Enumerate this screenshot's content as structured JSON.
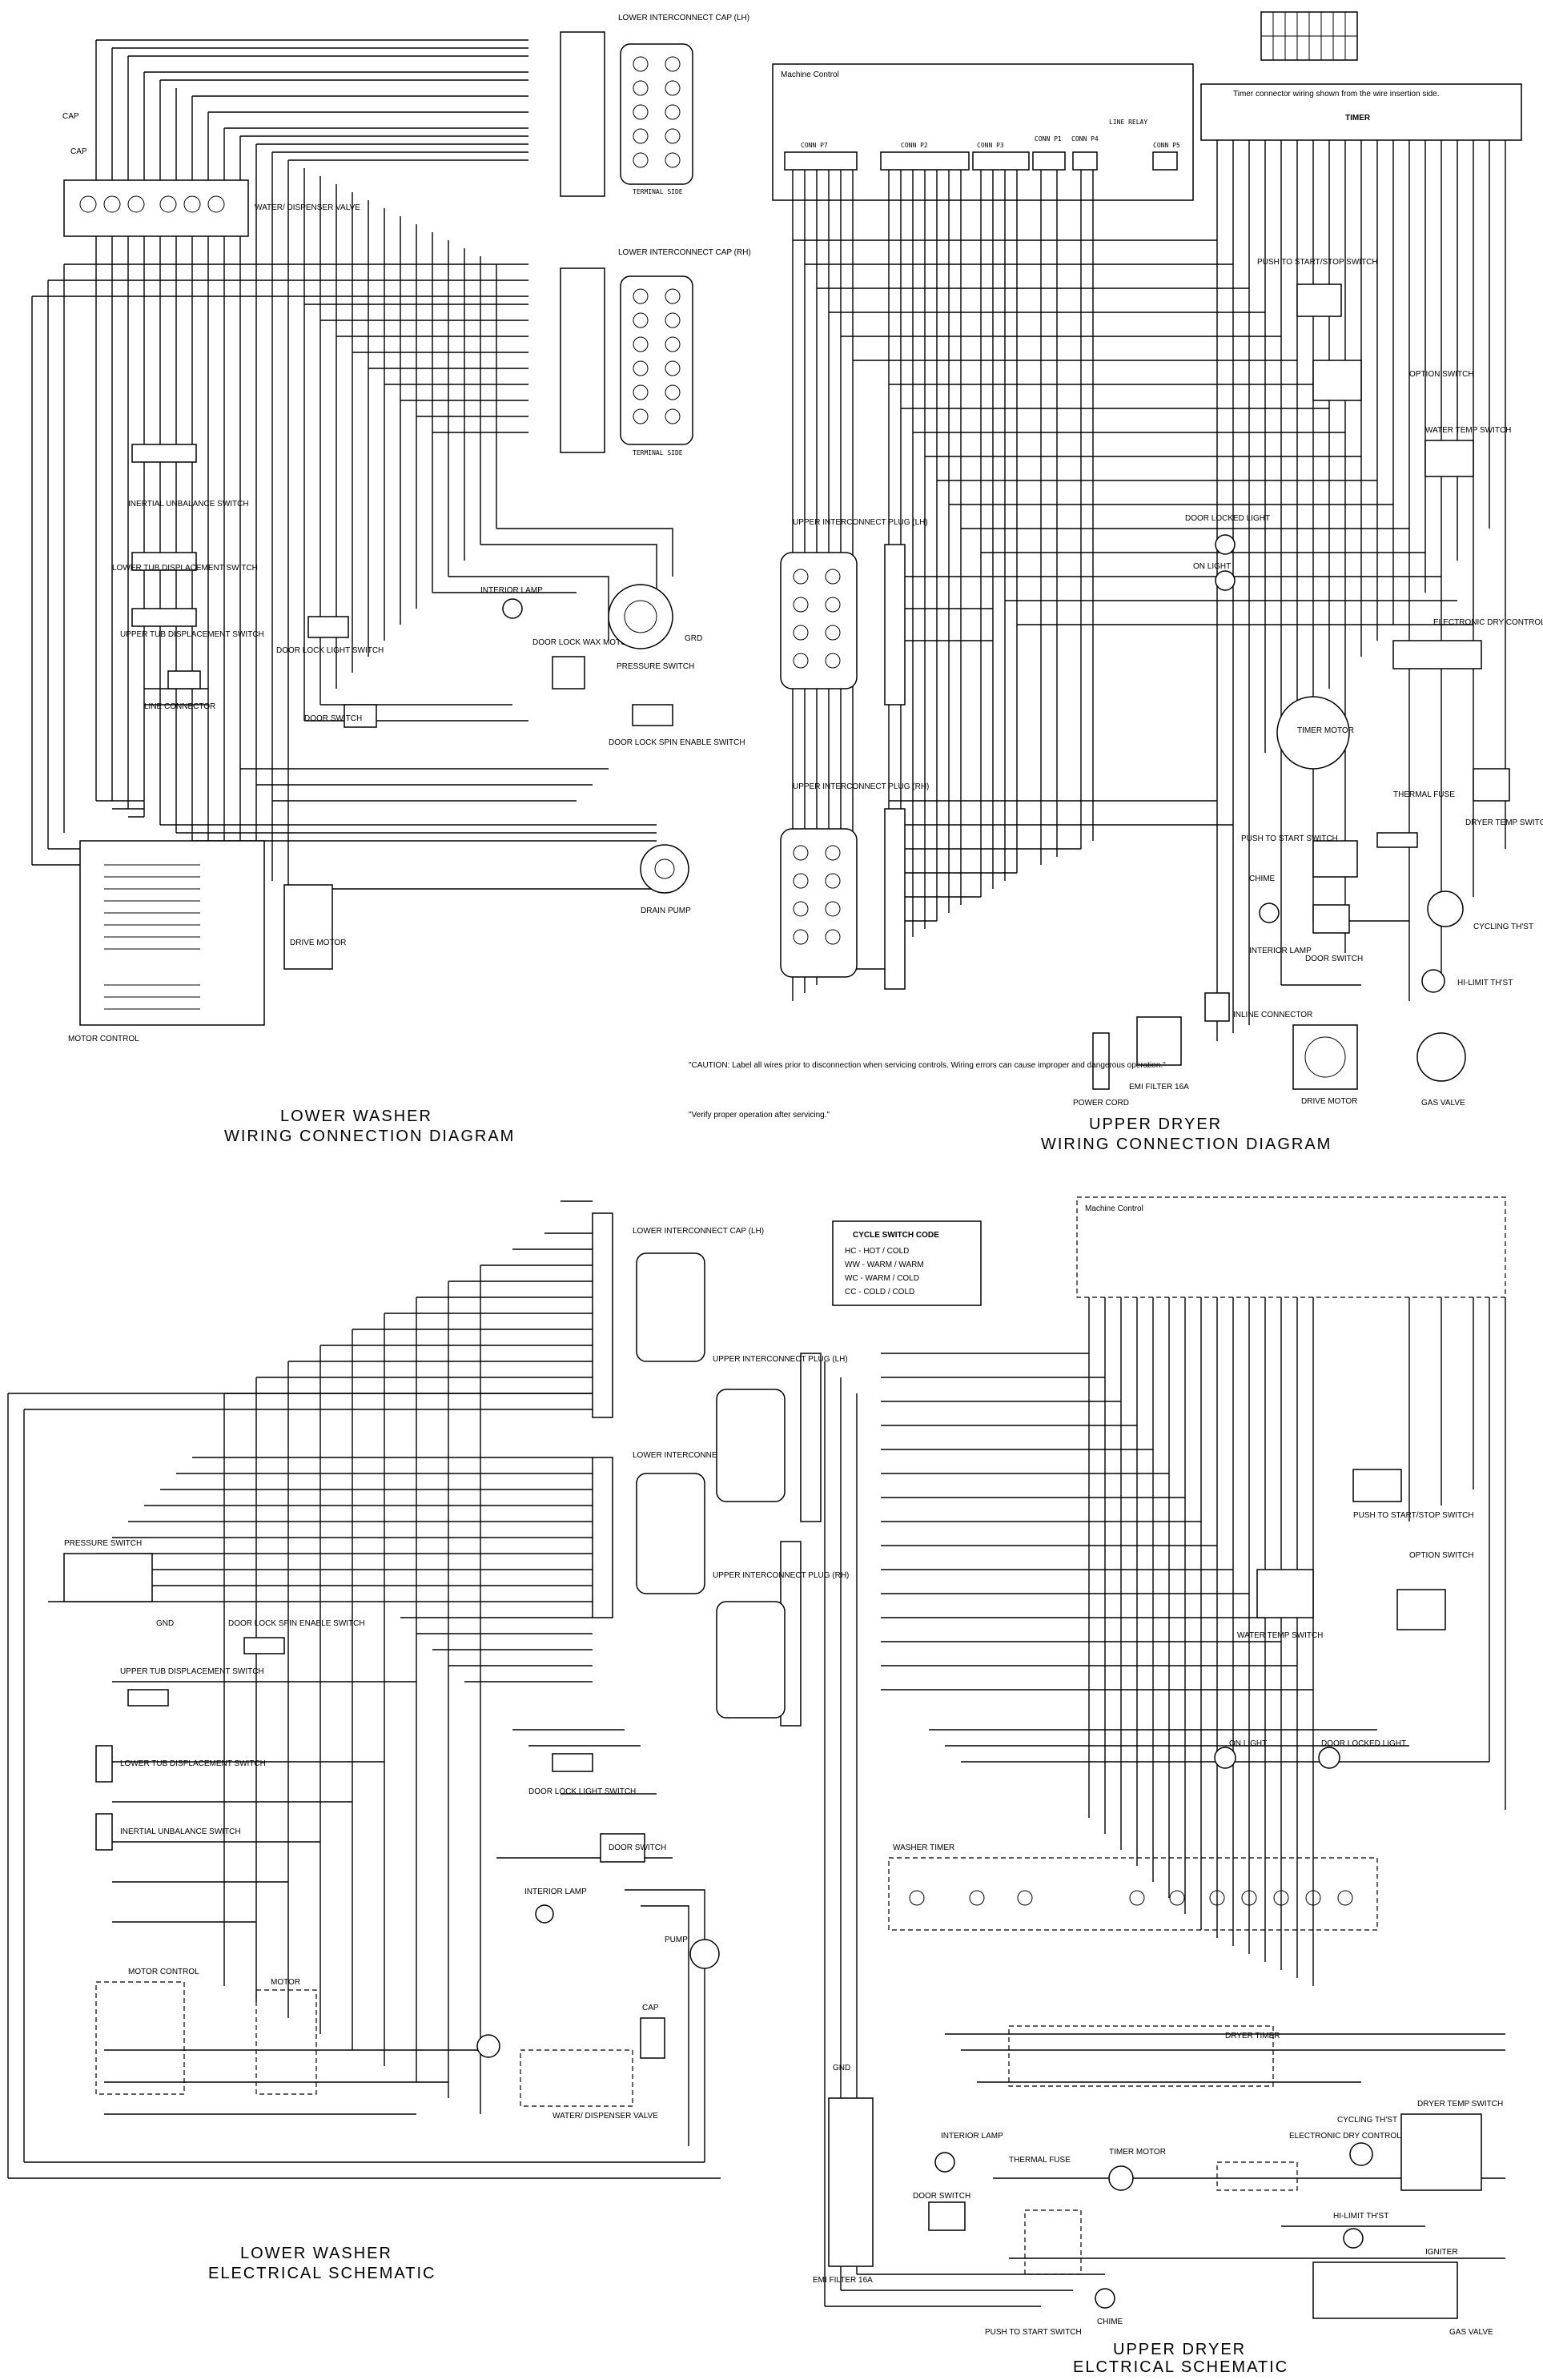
{
  "sections": {
    "lower_washer_wiring": {
      "title_line1": "LOWER   WASHER",
      "title_line2": "WIRING CONNECTION DIAGRAM"
    },
    "upper_dryer_wiring": {
      "title_line1": "UPPER   DRYER",
      "title_line2": "WIRING CONNECTION DIAGRAM"
    },
    "lower_washer_schematic": {
      "title_line1": "LOWER   WASHER",
      "title_line2": "ELECTRICAL  SCHEMATIC"
    },
    "upper_dryer_schematic": {
      "title_line1": "UPPER   DRYER",
      "title_line2": "ELCTRICAL  SCHEMATIC"
    }
  },
  "notes": {
    "caution": "\"CAUTION: Label all wires prior to disconnection when servicing controls. Wiring errors can cause improper and dangerous operation.\"",
    "verify": "\"Verify proper operation after servicing.\"",
    "timer_note": "Timer connector wiring shown from the wire insertion side."
  },
  "cycle_switch_code": {
    "title": "CYCLE SWITCH CODE",
    "rows": [
      "HC - HOT / COLD",
      "WW - WARM / WARM",
      "WC - WARM / COLD",
      "CC - COLD / COLD"
    ]
  },
  "machine_control": {
    "label": "Machine Control",
    "connectors": [
      "CONN P7",
      "CONN P2",
      "CONN P3",
      "CONN P1",
      "CONN P4",
      "CONN P5"
    ],
    "line_relay": "LINE RELAY"
  },
  "timer_label": "TIMER",
  "washer_components": {
    "cap": "CAP",
    "water_valve": "WATER/ DISPENSER VALVE",
    "lower_cap_lh": "LOWER INTERCONNECT CAP (LH)",
    "lower_cap_rh": "LOWER INTERCONNECT CAP (RH)",
    "terminal_side": "TERMINAL SIDE",
    "inertial": "INERTIAL UNBALANCE SWITCH",
    "lower_tub": "LOWER TUB DISPLACEMENT SWITCH",
    "upper_tub": "UPPER TUB DISPLACEMENT SWITCH",
    "door_lock_light": "DOOR LOCK LIGHT SWITCH",
    "line_connector": "LINE CONNECTOR",
    "door_switch": "DOOR SWITCH",
    "interior_lamp": "INTERIOR LAMP",
    "door_lock_wax": "DOOR LOCK WAX MOTOR",
    "pressure_switch": "PRESSURE SWITCH",
    "grd": "GRD",
    "spin_enable": "DOOR LOCK SPIN ENABLE SWITCH",
    "drain_pump": "DRAIN PUMP",
    "drive_motor": "DRIVE MOTOR",
    "motor_control": "MOTOR CONTROL"
  },
  "dryer_components": {
    "upper_plug_lh": "UPPER INTERCONNECT PLUG (LH)",
    "upper_plug_rh": "UPPER INTERCONNECT PLUG (RH)",
    "push_start": "PUSH TO START/STOP SWITCH",
    "option_switch": "OPTION SWITCH",
    "water_temp": "WATER TEMP SWITCH",
    "door_locked_light": "DOOR LOCKED LIGHT",
    "on_light": "ON LIGHT",
    "electronic_dry": "ELECTRONIC DRY CONTROL",
    "timer_motor": "TIMER MOTOR",
    "thermal_fuse": "THERMAL FUSE",
    "dryer_temp": "DRYER TEMP SWITCH",
    "push_to_start": "PUSH TO START SWITCH",
    "chime": "CHIME",
    "interior_lamp": "INTERIOR LAMP",
    "door_switch": "DOOR SWITCH",
    "cycling_tstat": "CYCLING TH'ST",
    "hi_limit": "HI-LIMIT TH'ST",
    "inline_connector": "INLINE CONNECTOR",
    "drive_motor": "DRIVE MOTOR",
    "power_cord": "POWER CORD",
    "emi_filter": "EMI FILTER 16A",
    "gas_valve": "GAS VALVE",
    "washer_timer": "WASHER TIMER",
    "dryer_timer": "DRYER TIMER",
    "gnd": "GND",
    "pump": "PUMP",
    "motor": "MOTOR",
    "igniter": "IGNITER"
  }
}
